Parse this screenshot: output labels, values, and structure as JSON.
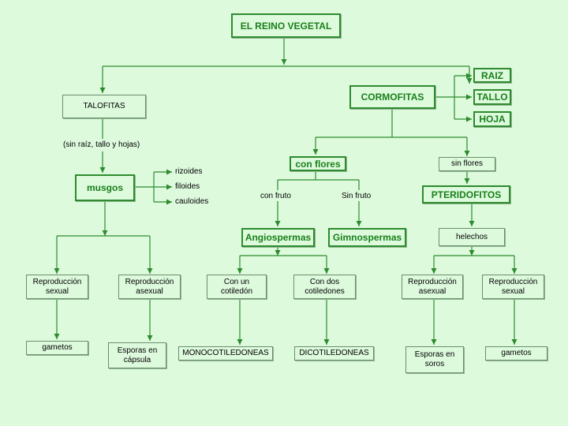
{
  "root": "EL REINO VEGETAL",
  "talofitas": "TALOFITAS",
  "talofitas_note": "(sin raíz, tallo y hojas)",
  "musgos": "musgos",
  "musgos_parts": [
    "rizoides",
    "filoides",
    "cauloides"
  ],
  "musgos_repro": [
    "Reproducción sexual",
    "Reproducción asexual"
  ],
  "musgos_result": [
    "gametos",
    "Esporas en cápsula"
  ],
  "cormofitas": "CORMOFITAS",
  "cormofitas_parts": [
    "RAIZ",
    "TALLO",
    "HOJA"
  ],
  "con_flores": "con flores",
  "sin_flores": "sin flores",
  "con_fruto": "con fruto",
  "sin_fruto": "Sin fruto",
  "angiospermas": "Angiospermas",
  "gimnospermas": "Gimnospermas",
  "cotiledon": [
    "Con un cotiledón",
    "Con dos cotiledones"
  ],
  "cotiledon_result": [
    "MONOCOTILEDONEAS",
    "DICOTILEDONEAS"
  ],
  "pteridofitos": "PTERIDOFITOS",
  "helechos": "helechos",
  "helechos_repro": [
    "Reproducción asexual",
    "Reproducción sexual"
  ],
  "helechos_result": [
    "Esporas en soros",
    "gametos"
  ]
}
